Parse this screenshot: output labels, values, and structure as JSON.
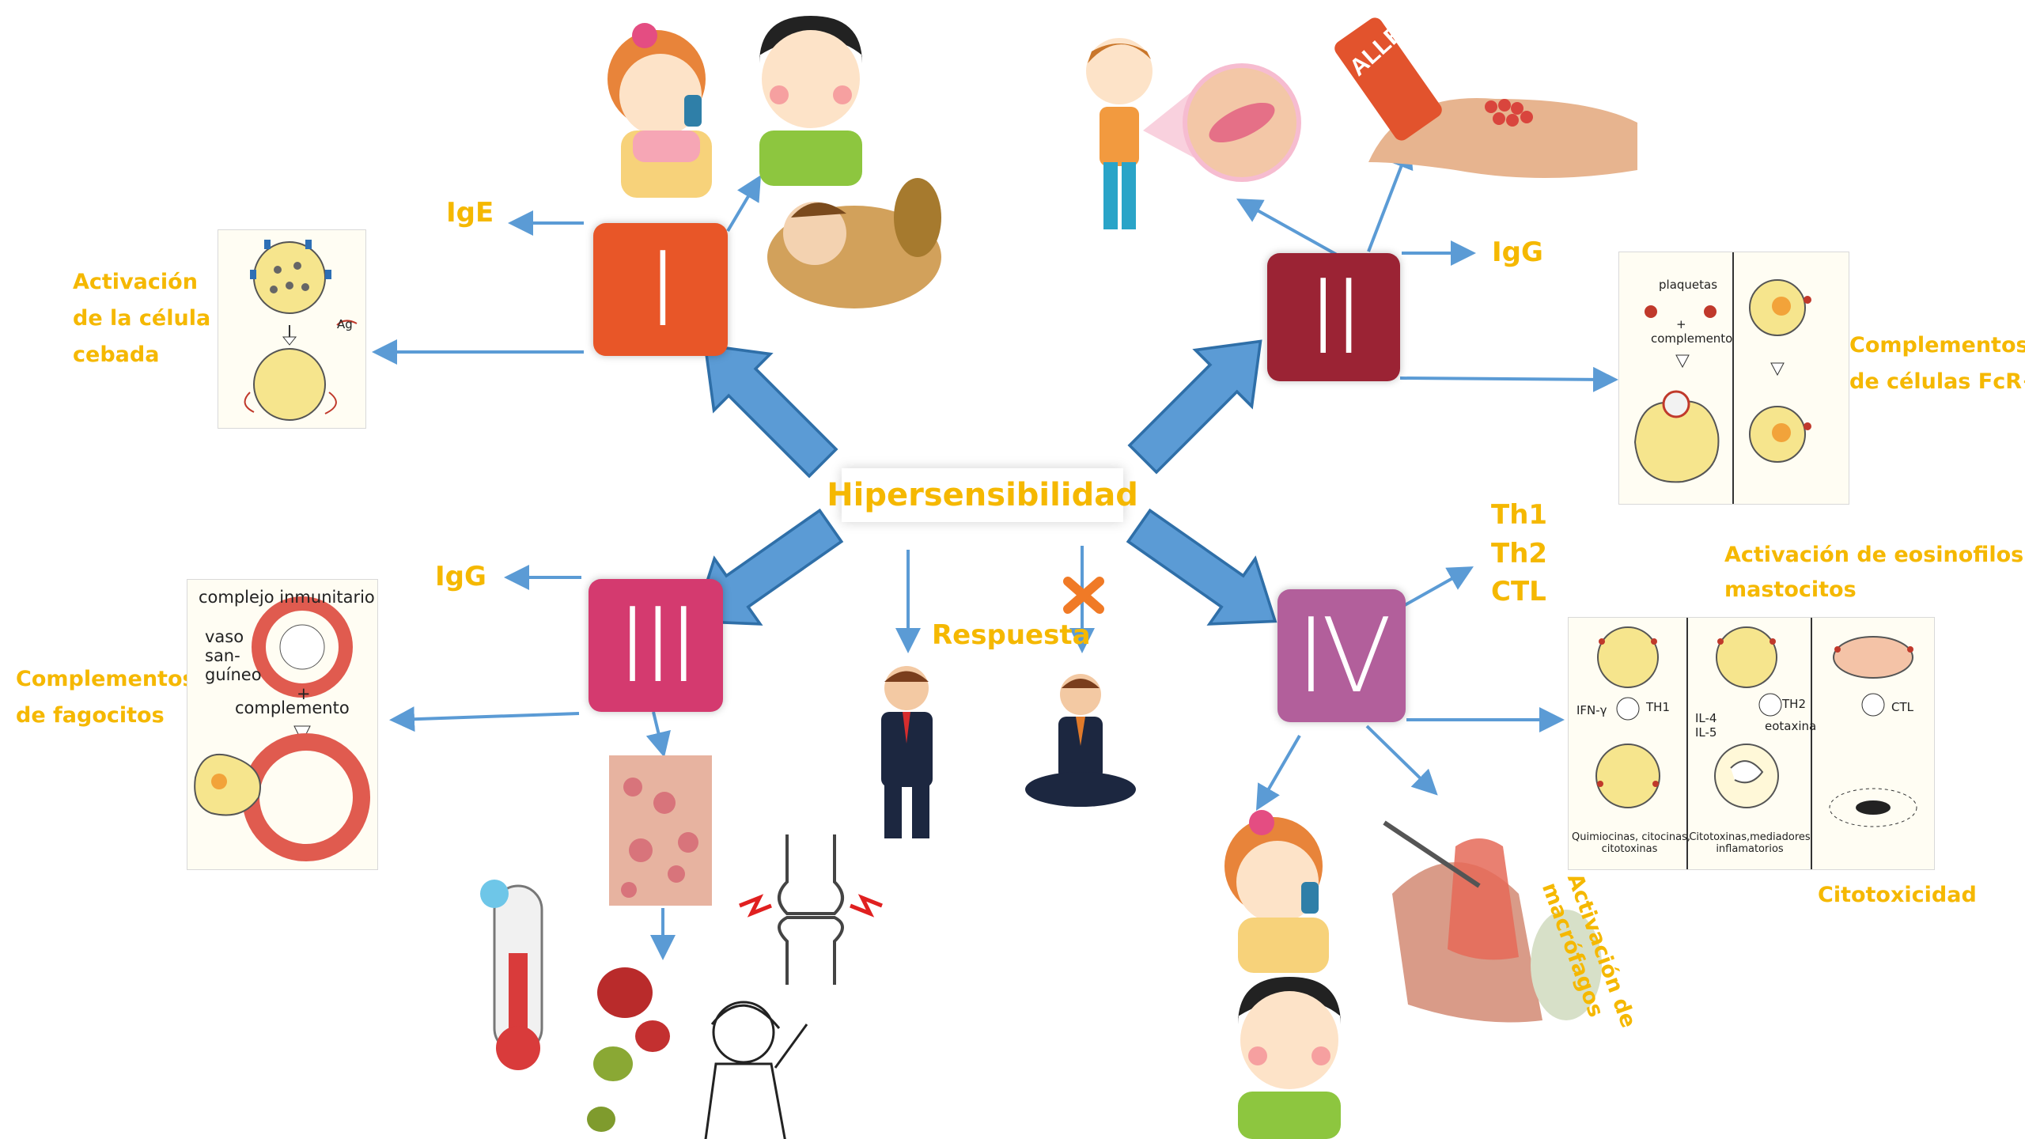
{
  "title": "Hipersensibilidad",
  "types": [
    {
      "numeral": "I",
      "color": "#e85628"
    },
    {
      "numeral": "II",
      "color": "#9b2334"
    },
    {
      "numeral": "III",
      "color": "#d43a6f"
    },
    {
      "numeral": "IV",
      "color": "#b25f9b"
    }
  ],
  "labels": {
    "type1_antibody": "IgE",
    "type1_mechanism": [
      "Activación",
      "de la célula",
      "cebada"
    ],
    "type2_antibody": "IgG",
    "type2_mechanism": [
      "Complementos",
      "de células FcR+"
    ],
    "type3_antibody": "IgG",
    "type3_mechanism": [
      "Complementos",
      "de fagocitos"
    ],
    "type4_cells": [
      "Th1",
      "Th2",
      "CTL"
    ],
    "type4_eosinophil": [
      "Activación de eosinofilos y",
      "mastocitos"
    ],
    "type4_macrophage": [
      "Activación de",
      "macrófagos"
    ],
    "type4_cytotoxicity": "Citotoxicidad",
    "response": "Respuesta"
  },
  "figure_text": {
    "type1_ag": "Ag",
    "type2_platelets": "plaquetas",
    "type2_plus": "+",
    "type2_complement": "complemento",
    "type3_complex": "complejo inmunitario",
    "type3_vessel": [
      "vaso",
      "san-",
      "guíneo"
    ],
    "type3_plus": "+",
    "type3_complement": "complemento",
    "type4_ifn": "IFN-γ",
    "type4_th1": "TH1",
    "type4_il": [
      "IL-4",
      "IL-5"
    ],
    "type4_th2": "TH2",
    "type4_eotaxin": "eotaxina",
    "type4_ctl": "CTL",
    "type4_col1_caption": [
      "Quimiocinas, citocinas,",
      "citotoxinas"
    ],
    "type4_col2_caption": [
      "Citotoxinas,mediadores",
      "inflamatorios"
    ],
    "allergy_band": "ALLERGY"
  },
  "icons": [
    "girl-inhaler-icon",
    "sick-boy-icon",
    "fainting-boy-icon",
    "mast-cell-figure",
    "child-rash-icon",
    "allergy-wristband-hand-icon",
    "fcr-complement-figure",
    "immune-complex-figure",
    "skin-rash-photo",
    "thermometer-icon",
    "joint-pain-icon",
    "swollen-nodes-icon",
    "woman-scratching-icon",
    "angry-businessman-icon",
    "meditating-businessman-icon",
    "cross-icon",
    "eosinophil-figure",
    "contact-dermatitis-icon"
  ],
  "colors": {
    "label": "#f5b800",
    "arrow": "#5b9bd5"
  }
}
